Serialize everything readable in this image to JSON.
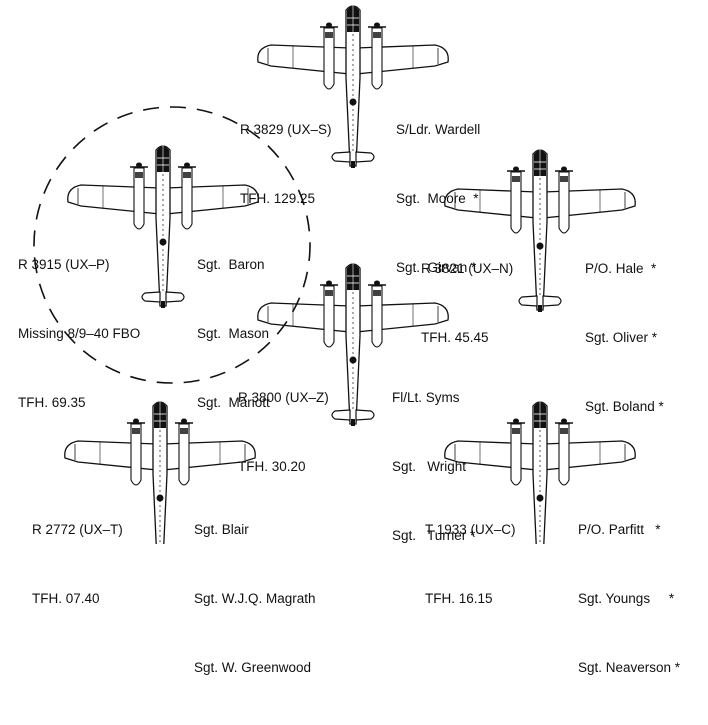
{
  "aircraft": [
    {
      "id": "ux-s",
      "serial": "R 3829 (UX–S)",
      "extra": "",
      "tfh": "TFH. 129.25",
      "crew": [
        "S/Ldr. Wardell",
        "Sgt.  Moore  *",
        "Sgt.  Girvan *"
      ],
      "missing": false
    },
    {
      "id": "ux-p",
      "serial": "R 3915 (UX–P)",
      "extra": "Missing 8/9–40 FBO",
      "tfh": "TFH. 69.35",
      "crew": [
        "Sgt.  Baron",
        "Sgt.  Mason",
        "Sgt.  Mariott"
      ],
      "missing": true
    },
    {
      "id": "ux-n",
      "serial": "R 3821 (UX–N)",
      "extra": "",
      "tfh": "TFH. 45.45",
      "crew": [
        "P/O. Hale  *",
        "Sgt. Oliver *",
        "Sgt. Boland *"
      ],
      "missing": false
    },
    {
      "id": "ux-z",
      "serial": "R 3800 (UX–Z)",
      "extra": "",
      "tfh": "TFH. 30.20",
      "crew": [
        "Fl/Lt. Syms",
        "Sgt.   Wright",
        "Sgt.   Turner *"
      ],
      "missing": false
    },
    {
      "id": "ux-t",
      "serial": "R 2772 (UX–T)",
      "extra": "",
      "tfh": "TFH. 07.40",
      "crew": [
        "Sgt. Blair",
        "Sgt. W.J.Q. Magrath",
        "Sgt. W. Greenwood"
      ],
      "missing": false
    },
    {
      "id": "ux-c",
      "serial": "T 1933 (UX–C)",
      "extra": "",
      "tfh": "TFH. 16.15",
      "crew": [
        "P/O. Parfitt   *",
        "Sgt. Youngs     *",
        "Sgt. Neaverson *"
      ],
      "missing": false
    }
  ]
}
